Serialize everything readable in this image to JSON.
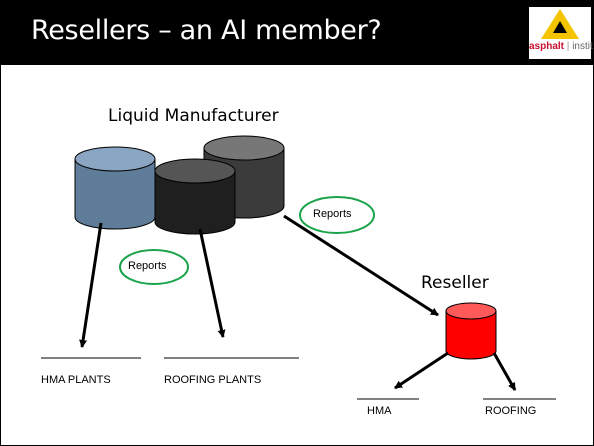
{
  "slide": {
    "title": "Resellers – an AI member?"
  },
  "logo": {
    "bold": "asphalt",
    "separator": "|",
    "light": "institute"
  },
  "diagram": {
    "manufacturer_label": "Liquid Manufacturer",
    "reseller_label": "Reseller",
    "reports_label_1": "Reports",
    "reports_label_2": "Reports",
    "hma_plants_label": "HMA PLANTS",
    "roofing_plants_label": "ROOFING PLANTS",
    "hma_label": "HMA",
    "roofing_label": "ROOFING"
  },
  "colors": {
    "title_bar": "#000000",
    "logo_triangle": "#f5c400",
    "cylinder_blue": "#5f7d99",
    "cylinder_black": "#1f1f1f",
    "cylinder_dark_gray": "#3b3b3b",
    "cylinder_red": "#ff0000",
    "reports_oval": "#1aa34a"
  }
}
